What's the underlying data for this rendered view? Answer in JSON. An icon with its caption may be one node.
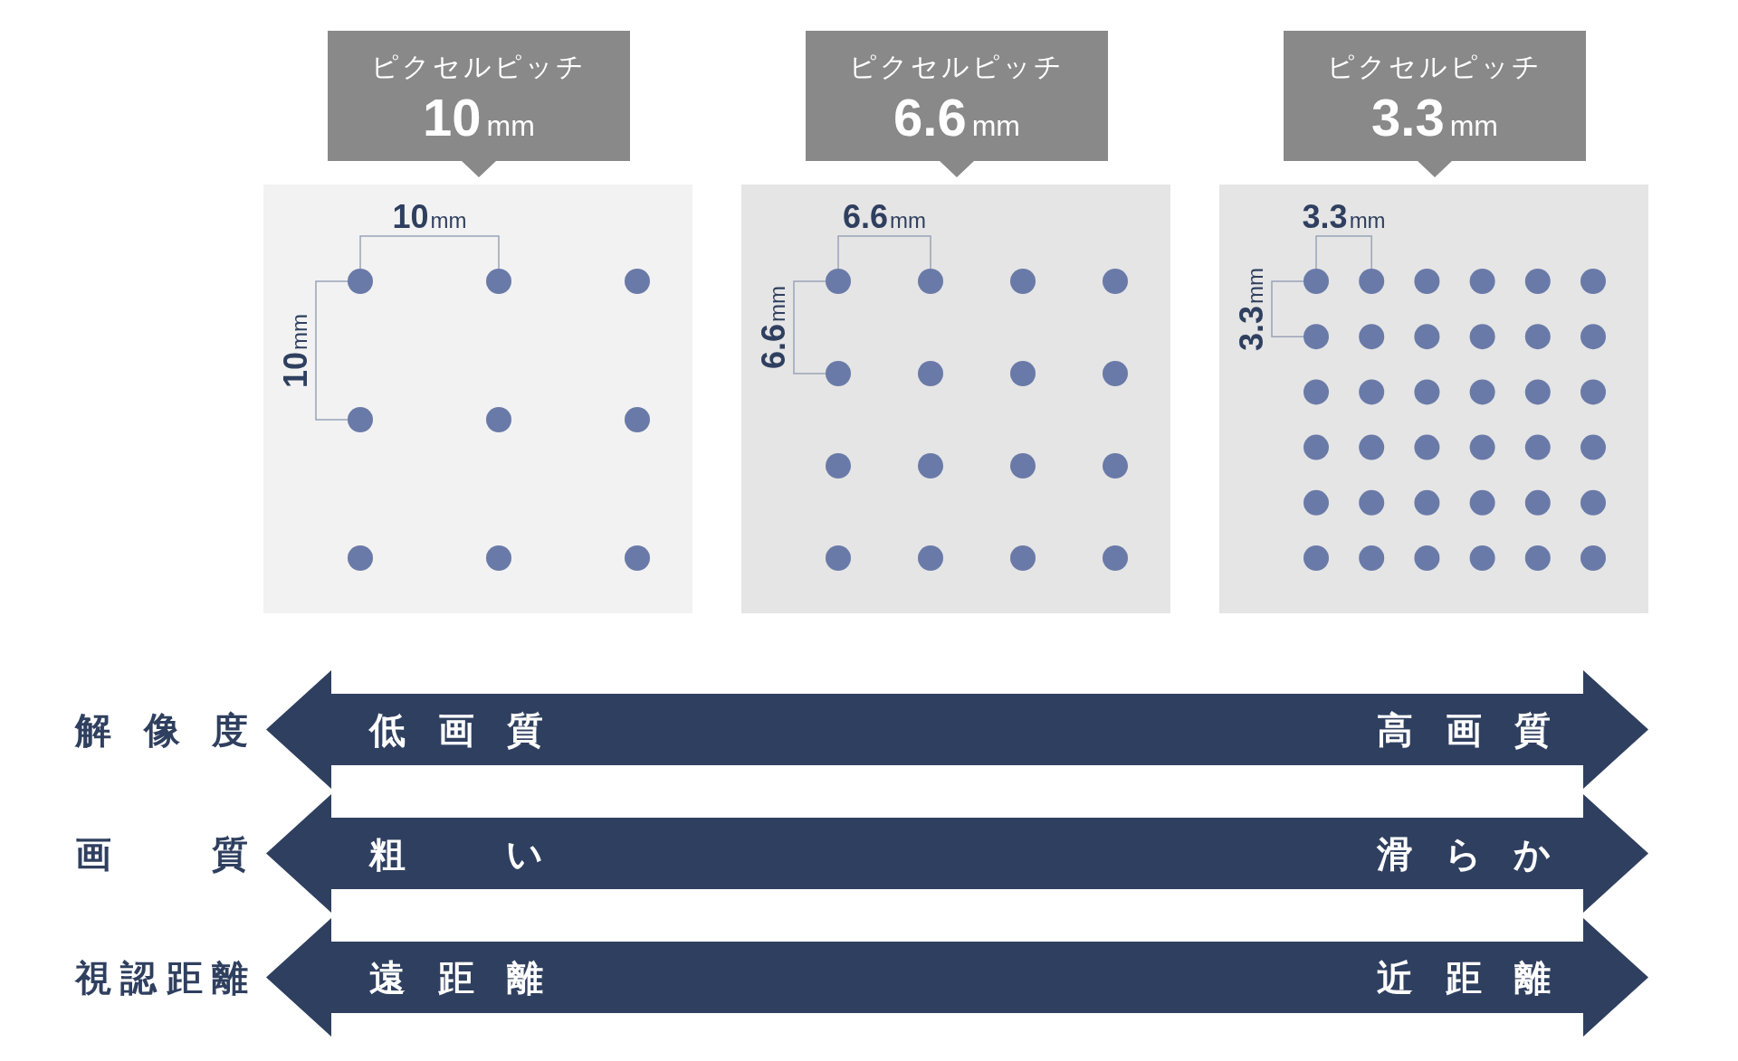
{
  "diagram": {
    "nodes": [
      {
        "text": [
          "ピクセルピッチ",
          "10mm"
        ]
      },
      {
        "text": [
          "ピクセルピッチ",
          "6.6mm"
        ]
      },
      {
        "text": [
          "ピクセルピッチ",
          "3.3mm"
        ]
      },
      {
        "text": [],
        "shape": "box"
      },
      {
        "text": [],
        "shape": "box"
      },
      {
        "text": [],
        "shape": "box"
      },
      {
        "text": [
          "低画質",
          "高画質"
        ],
        "beside": [
          "解像度"
        ]
      },
      {
        "text": [
          "粗い",
          "滑らか"
        ],
        "beside": [
          "画質"
        ]
      },
      {
        "text": [
          "遠距離",
          "近距離"
        ],
        "beside": [
          "視認距離"
        ]
      }
    ],
    "labels": [
      "10mm",
      "10mm",
      "6.6mm",
      "6.6mm",
      "3.3mm",
      "3.3mm"
    ]
  }
}
